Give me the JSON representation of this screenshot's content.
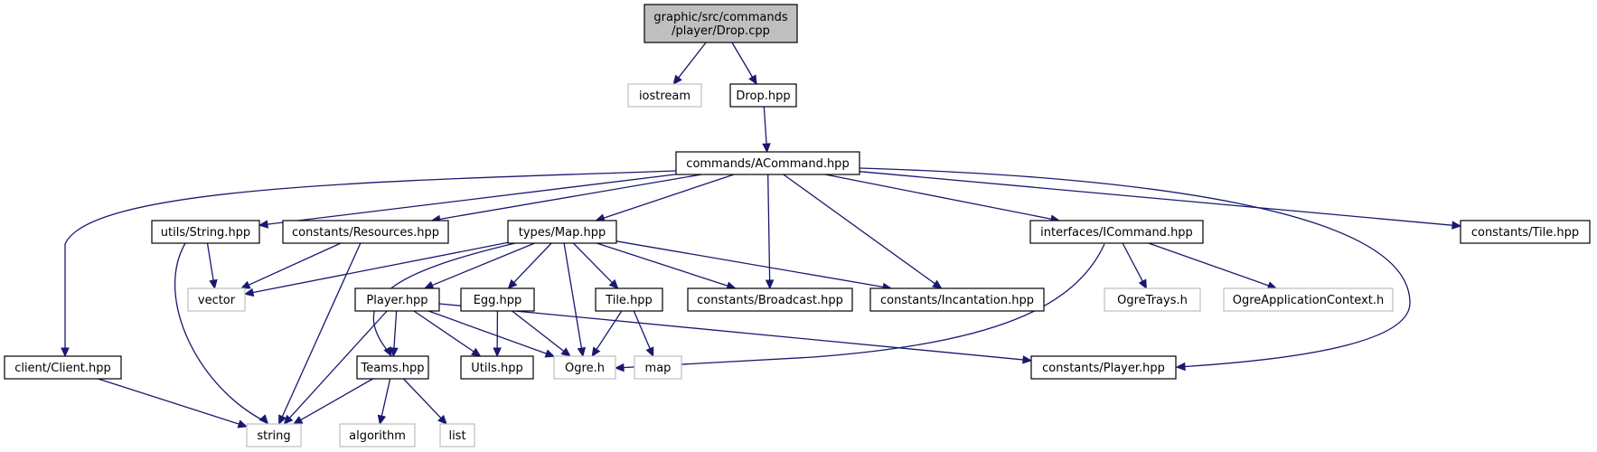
{
  "diagram": {
    "colors": {
      "edge": "#191970",
      "node_border": "#000000",
      "system_node_border": "#bfbfbf",
      "root_fill": "#bfbfbf",
      "node_fill": "#ffffff"
    },
    "nodes": [
      {
        "id": "drop_cpp",
        "lines": [
          "graphic/src/commands",
          "/player/Drop.cpp"
        ],
        "kind": "root"
      },
      {
        "id": "iostream",
        "lines": [
          "iostream"
        ],
        "kind": "system"
      },
      {
        "id": "drop_hpp",
        "lines": [
          "Drop.hpp"
        ],
        "kind": "header"
      },
      {
        "id": "acommand",
        "lines": [
          "commands/ACommand.hpp"
        ],
        "kind": "header"
      },
      {
        "id": "utils_string",
        "lines": [
          "utils/String.hpp"
        ],
        "kind": "header"
      },
      {
        "id": "resources",
        "lines": [
          "constants/Resources.hpp"
        ],
        "kind": "header"
      },
      {
        "id": "map_hpp",
        "lines": [
          "types/Map.hpp"
        ],
        "kind": "header"
      },
      {
        "id": "icommand",
        "lines": [
          "interfaces/ICommand.hpp"
        ],
        "kind": "header"
      },
      {
        "id": "const_tile",
        "lines": [
          "constants/Tile.hpp"
        ],
        "kind": "header"
      },
      {
        "id": "vector",
        "lines": [
          "vector"
        ],
        "kind": "system"
      },
      {
        "id": "player_hpp",
        "lines": [
          "Player.hpp"
        ],
        "kind": "header"
      },
      {
        "id": "egg_hpp",
        "lines": [
          "Egg.hpp"
        ],
        "kind": "header"
      },
      {
        "id": "tile_hpp",
        "lines": [
          "Tile.hpp"
        ],
        "kind": "header"
      },
      {
        "id": "broadcast",
        "lines": [
          "constants/Broadcast.hpp"
        ],
        "kind": "header"
      },
      {
        "id": "incantation",
        "lines": [
          "constants/Incantation.hpp"
        ],
        "kind": "header"
      },
      {
        "id": "ogretrays",
        "lines": [
          "OgreTrays.h"
        ],
        "kind": "system"
      },
      {
        "id": "ogreapp",
        "lines": [
          "OgreApplicationContext.h"
        ],
        "kind": "system"
      },
      {
        "id": "client",
        "lines": [
          "client/Client.hpp"
        ],
        "kind": "header"
      },
      {
        "id": "teams",
        "lines": [
          "Teams.hpp"
        ],
        "kind": "header"
      },
      {
        "id": "utils_hpp",
        "lines": [
          "Utils.hpp"
        ],
        "kind": "header"
      },
      {
        "id": "ogre_h",
        "lines": [
          "Ogre.h"
        ],
        "kind": "system"
      },
      {
        "id": "map",
        "lines": [
          "map"
        ],
        "kind": "system"
      },
      {
        "id": "const_player",
        "lines": [
          "constants/Player.hpp"
        ],
        "kind": "header"
      },
      {
        "id": "string",
        "lines": [
          "string"
        ],
        "kind": "system"
      },
      {
        "id": "algorithm",
        "lines": [
          "algorithm"
        ],
        "kind": "system"
      },
      {
        "id": "list",
        "lines": [
          "list"
        ],
        "kind": "system"
      }
    ],
    "edges": [
      [
        "drop_cpp",
        "iostream"
      ],
      [
        "drop_cpp",
        "drop_hpp"
      ],
      [
        "drop_hpp",
        "acommand"
      ],
      [
        "acommand",
        "client"
      ],
      [
        "acommand",
        "utils_string"
      ],
      [
        "acommand",
        "resources"
      ],
      [
        "acommand",
        "map_hpp"
      ],
      [
        "acommand",
        "broadcast"
      ],
      [
        "acommand",
        "incantation"
      ],
      [
        "acommand",
        "icommand"
      ],
      [
        "acommand",
        "const_player"
      ],
      [
        "acommand",
        "const_tile"
      ],
      [
        "utils_string",
        "vector"
      ],
      [
        "utils_string",
        "string"
      ],
      [
        "resources",
        "vector"
      ],
      [
        "resources",
        "string"
      ],
      [
        "map_hpp",
        "vector"
      ],
      [
        "map_hpp",
        "teams"
      ],
      [
        "map_hpp",
        "player_hpp"
      ],
      [
        "map_hpp",
        "egg_hpp"
      ],
      [
        "map_hpp",
        "ogre_h"
      ],
      [
        "map_hpp",
        "tile_hpp"
      ],
      [
        "map_hpp",
        "broadcast"
      ],
      [
        "map_hpp",
        "incantation"
      ],
      [
        "icommand",
        "ogre_h"
      ],
      [
        "icommand",
        "ogretrays"
      ],
      [
        "icommand",
        "ogreapp"
      ],
      [
        "player_hpp",
        "teams"
      ],
      [
        "player_hpp",
        "string"
      ],
      [
        "player_hpp",
        "utils_hpp"
      ],
      [
        "player_hpp",
        "ogre_h"
      ],
      [
        "player_hpp",
        "const_player"
      ],
      [
        "egg_hpp",
        "utils_hpp"
      ],
      [
        "egg_hpp",
        "ogre_h"
      ],
      [
        "tile_hpp",
        "ogre_h"
      ],
      [
        "tile_hpp",
        "map"
      ],
      [
        "client",
        "string"
      ],
      [
        "teams",
        "string"
      ],
      [
        "teams",
        "algorithm"
      ],
      [
        "teams",
        "list"
      ]
    ]
  }
}
